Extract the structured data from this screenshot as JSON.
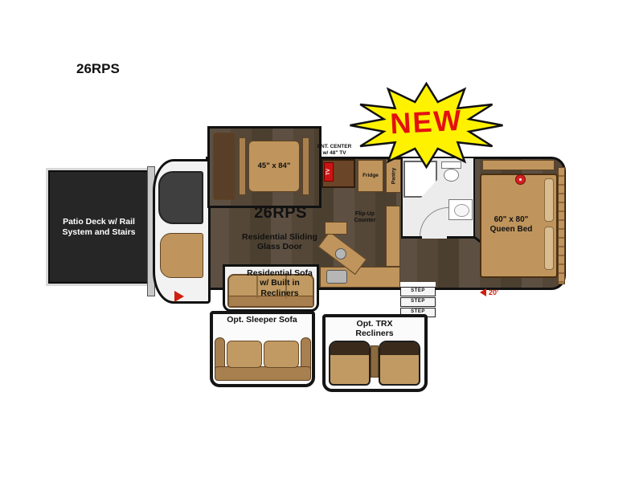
{
  "header": {
    "model": "26RPS"
  },
  "badge": {
    "label": "NEW"
  },
  "plan": {
    "model": "26RPS",
    "patio_label": "Patio Deck w/ Rail System and Stairs",
    "dinette_label": "45\" x 84\"",
    "ent_line1": "ENT. CENTER",
    "ent_line2": "w/ 48\" TV",
    "tv_label": "TV",
    "fridge_label": "Fridge",
    "pantry_label": "Pantry",
    "flipup_label": "Flip-Up Counter",
    "door_label": "Residential Sliding Glass Door",
    "sofa_label": "Residential Sofa w/ Built in Recliners",
    "bed_line1": "60\" x 80\"",
    "bed_line2": "Queen Bed",
    "length_label": "20'",
    "steps": [
      "STEP",
      "STEP",
      "STEP"
    ]
  },
  "options": {
    "sleeper_label": "Opt. Sleeper Sofa",
    "trx_label": "Opt. TRX Recliners"
  },
  "colors": {
    "badge_yellow": "#fff200",
    "badge_text_red": "#e31010",
    "marker_red": "#cf1f0f",
    "wood_floor": "#544737",
    "furniture_tan": "#bf955d",
    "deck_dark": "#262626"
  }
}
